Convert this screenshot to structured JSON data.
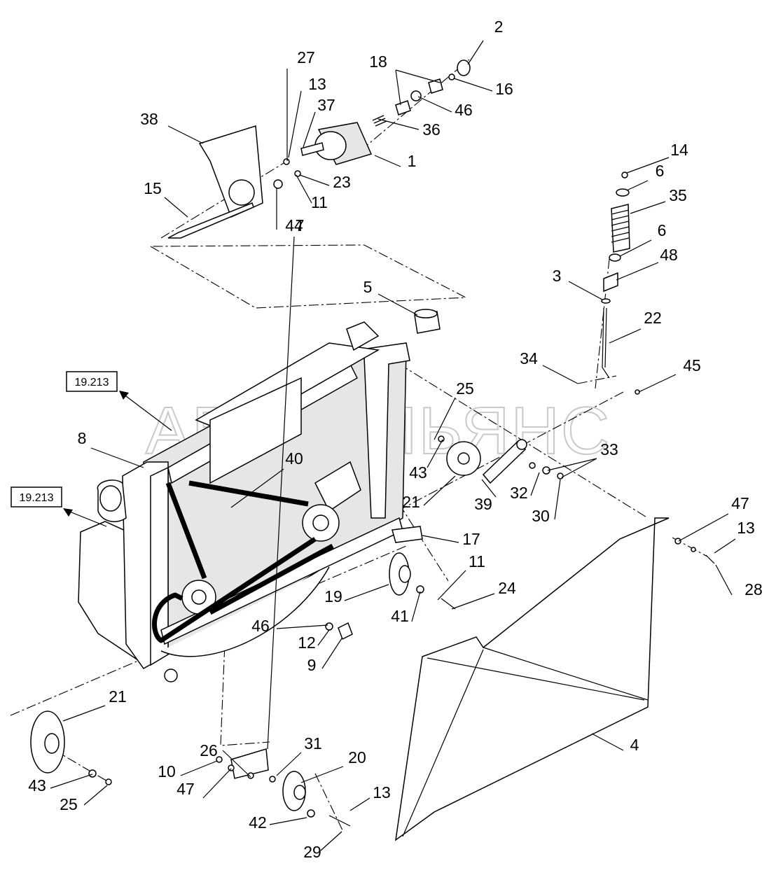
{
  "watermark": "АВТОАЛЬЯНС",
  "references": [
    "19.213",
    "19.213"
  ],
  "callouts": [
    "1",
    "2",
    "3",
    "4",
    "5",
    "6",
    "6",
    "7",
    "8",
    "9",
    "10",
    "11",
    "11",
    "12",
    "13",
    "13",
    "13",
    "14",
    "15",
    "16",
    "17",
    "18",
    "19",
    "20",
    "21",
    "21",
    "22",
    "23",
    "24",
    "25",
    "25",
    "26",
    "27",
    "28",
    "29",
    "30",
    "31",
    "32",
    "33",
    "34",
    "35",
    "36",
    "37",
    "38",
    "39",
    "40",
    "41",
    "42",
    "43",
    "43",
    "44",
    "45",
    "46",
    "46",
    "47",
    "47",
    "48"
  ]
}
